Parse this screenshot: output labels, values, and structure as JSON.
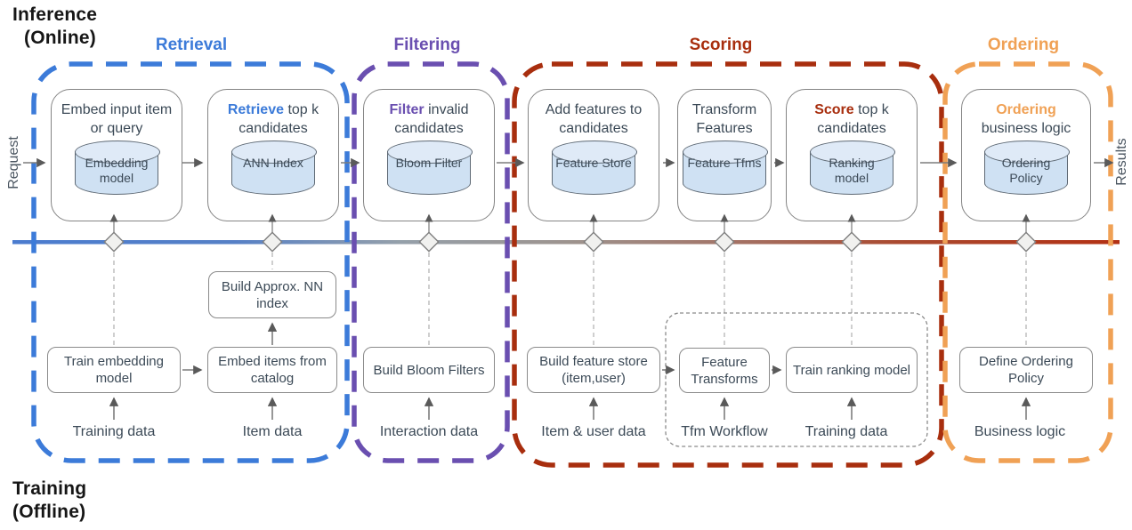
{
  "header": {
    "inference_line1": "Inference",
    "inference_line2": "(Online)",
    "training_line1": "Training",
    "training_line2": "(Offline)",
    "request_label": "Request",
    "results_label": "Results"
  },
  "stages": [
    {
      "name": "Retrieval",
      "accent": "#3c7bd9"
    },
    {
      "name": "Filtering",
      "accent": "#6a4fb0"
    },
    {
      "name": "Scoring",
      "accent": "#a82e0e"
    },
    {
      "name": "Ordering",
      "accent": "#f0a155"
    }
  ],
  "top_boxes": [
    {
      "highlight": "",
      "accent": "",
      "rest": "Embed input item or query",
      "cylinder": "Embedding model",
      "stage": "Retrieval"
    },
    {
      "highlight": "Retrieve",
      "accent": "#3c7bd9",
      "rest": "top k candidates",
      "cylinder": "ANN Index",
      "stage": "Retrieval"
    },
    {
      "highlight": "Filter",
      "accent": "#6a4fb0",
      "rest": "invalid candidates",
      "cylinder": "Bloom Filter",
      "stage": "Filtering"
    },
    {
      "highlight": "",
      "accent": "",
      "rest": "Add features to candidates",
      "cylinder": "Feature Store",
      "stage": "Scoring"
    },
    {
      "highlight": "",
      "accent": "",
      "rest": "Transform Features",
      "cylinder": "Feature Tfms",
      "stage": "Scoring"
    },
    {
      "highlight": "Score",
      "accent": "#a82e0e",
      "rest": "top k candidates",
      "cylinder": "Ranking model",
      "stage": "Scoring"
    },
    {
      "highlight": "Ordering",
      "accent": "#f0a155",
      "rest": "business logic",
      "cylinder": "Ordering Policy",
      "stage": "Ordering"
    }
  ],
  "bottom_boxes": [
    {
      "label": "Train embedding model"
    },
    {
      "label": "Build Approx. NN index"
    },
    {
      "label": "Embed items from catalog"
    },
    {
      "label": "Build Bloom Filters"
    },
    {
      "label": "Build feature store (item,user)"
    },
    {
      "label": "Feature Transforms"
    },
    {
      "label": "Train ranking model"
    },
    {
      "label": "Define Ordering Policy"
    }
  ],
  "data_sources": [
    "Training data",
    "Item data",
    "Interaction data",
    "Item & user data",
    "Tfm Workflow",
    "Training data",
    "Business logic"
  ],
  "colors": {
    "retrieval_blue": "#3c7bd9",
    "filtering_purple": "#6a4fb0",
    "scoring_red": "#a82e0e",
    "ordering_orange": "#f0a155",
    "box_border_gray": "#848484",
    "cylinder_fill": "#cfe1f3",
    "cylinder_top_fill": "#dfeaf7",
    "text_slate": "#3c4a57",
    "timeline_gradient": [
      "#4b7ccf",
      "#95a0aa",
      "#a3766a",
      "#b33114"
    ]
  }
}
